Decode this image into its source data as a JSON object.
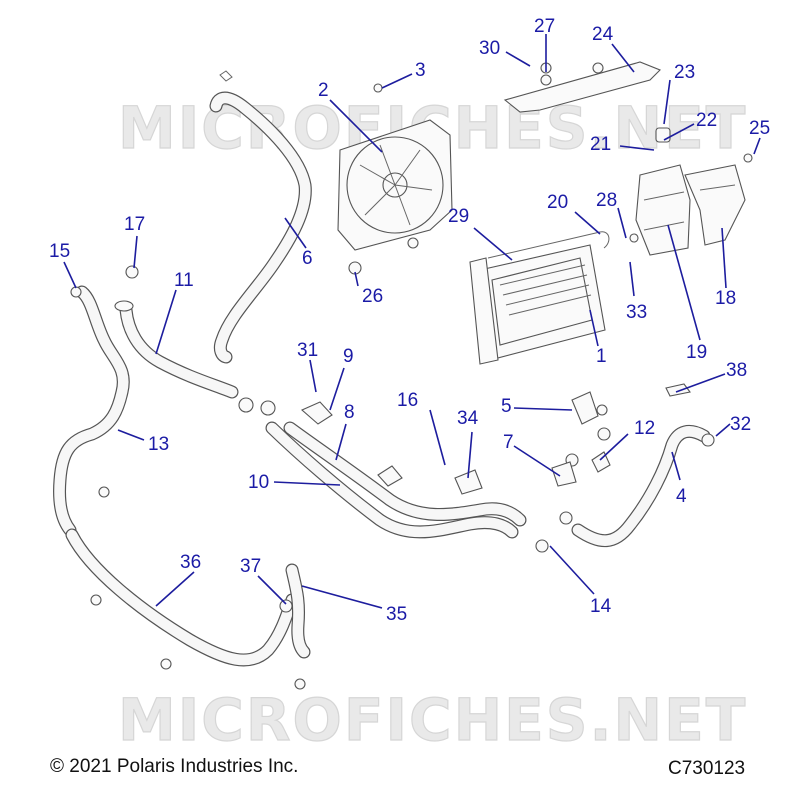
{
  "watermark": {
    "top": "MICROFICHES.NET",
    "bottom": "MICROFICHES.NET"
  },
  "callouts": {
    "c1": "1",
    "c2": "2",
    "c3": "3",
    "c4": "4",
    "c5": "5",
    "c6": "6",
    "c7": "7",
    "c8": "8",
    "c9": "9",
    "c10": "10",
    "c11": "11",
    "c12": "12",
    "c13": "13",
    "c14": "14",
    "c15": "15",
    "c16": "16",
    "c17": "17",
    "c18": "18",
    "c19": "19",
    "c20": "20",
    "c21": "21",
    "c22": "22",
    "c23": "23",
    "c24": "24",
    "c25": "25",
    "c26": "26",
    "c27": "27",
    "c28": "28",
    "c29": "29",
    "c30": "30",
    "c31": "31",
    "c32": "32",
    "c33": "33",
    "c34": "34",
    "c35": "35",
    "c36": "36",
    "c37": "37",
    "c38": "38"
  },
  "footer": {
    "copyright": "© 2021 Polaris Industries Inc.",
    "drawing_id": "C730123"
  },
  "colors": {
    "callout": "#1b1ba6",
    "line_art": "#555555",
    "watermark": "#e9e9e9"
  }
}
